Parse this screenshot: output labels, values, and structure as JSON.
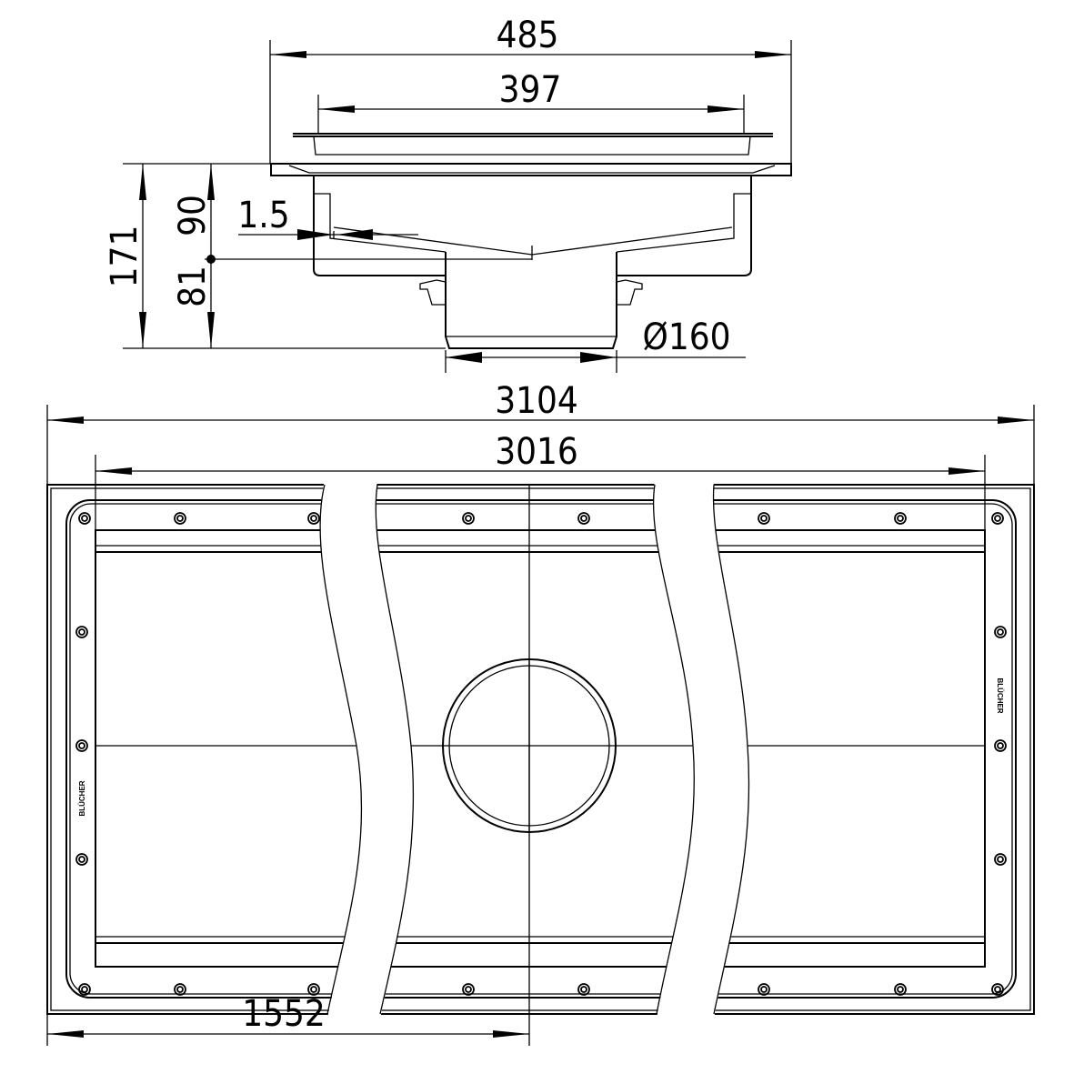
{
  "section_view": {
    "dimensions": {
      "overall_width": "485",
      "grate_width": "397",
      "total_height": "171",
      "upper_height": "90",
      "lower_height": "81",
      "slope": "1.5",
      "outlet_diameter": "Ø160"
    }
  },
  "plan_view": {
    "dimensions": {
      "overall_length": "3104",
      "grate_length": "3016",
      "half_length": "1552"
    },
    "brand": "BLÜCHER"
  }
}
